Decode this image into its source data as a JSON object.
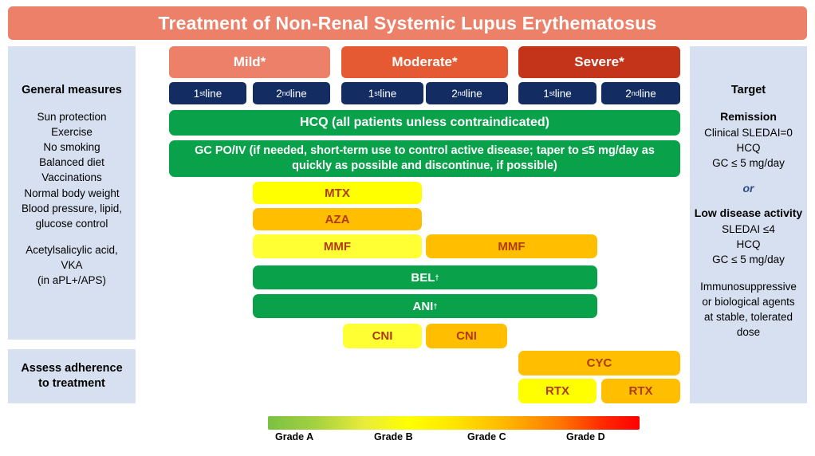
{
  "title": "Treatment of Non-Renal Systemic Lupus Erythematosus",
  "left_panel": {
    "heading": "General measures",
    "measures": [
      "Sun protection",
      "Exercise",
      "No smoking",
      "Balanced diet",
      "Vaccinations",
      "Normal body weight",
      "Blood pressure, lipid,",
      "glucose control"
    ],
    "antithrombotic": [
      "Acetylsalicylic acid,",
      "VKA",
      "(in aPL+/APS)"
    ]
  },
  "adherence_panel": {
    "heading": "Assess adherence to treatment"
  },
  "right_panel": {
    "heading": "Target",
    "remission_heading": "Remission",
    "remission_lines": [
      "Clinical SLEDAI=0",
      "HCQ",
      "GC ≤ 5 mg/day"
    ],
    "or_label": "or",
    "lda_heading": "Low disease activity",
    "lda_lines": [
      "SLEDAI ≤4",
      "HCQ",
      "GC ≤ 5 mg/day"
    ],
    "footer_lines": [
      "Immunosuppressive",
      "or biological agents",
      "at stable, tolerated",
      "dose"
    ]
  },
  "severity_headers": [
    {
      "label": "Mild*",
      "color": "#ec8068"
    },
    {
      "label": "Moderate*",
      "color": "#e55a32"
    },
    {
      "label": "Severe*",
      "color": "#c4341a"
    }
  ],
  "line_chips": [
    {
      "ordinal": "1",
      "suffix": "st",
      "text": " line"
    },
    {
      "ordinal": "2",
      "suffix": "nd",
      "text": " line"
    },
    {
      "ordinal": "1",
      "suffix": "st",
      "text": " line"
    },
    {
      "ordinal": "2",
      "suffix": "nd",
      "text": " line"
    },
    {
      "ordinal": "1",
      "suffix": "st",
      "text": " line"
    },
    {
      "ordinal": "2",
      "suffix": "nd",
      "text": " line"
    }
  ],
  "bars": {
    "hcq": "HCQ (all patients unless contraindicated)",
    "gc": "GC PO/IV (if needed, short-term use to control active disease; taper to ≤5 mg/day as quickly as possible and discontinue, if possible)",
    "mtx": "MTX",
    "aza": "AZA",
    "mmf_mild": "MMF",
    "mmf_moderate": "MMF",
    "bel": "BEL",
    "bel_mark": "†",
    "ani": "ANI",
    "ani_mark": "†",
    "cni_mild": "CNI",
    "cni_moderate": "CNI",
    "cyc": "CYC",
    "rtx_first": "RTX",
    "rtx_second": "RTX"
  },
  "legend": {
    "grades": [
      "Grade A",
      "Grade B",
      "Grade C",
      "Grade D"
    ],
    "colors": {
      "grade_a": "#7ac143",
      "grade_b": "#ffff00",
      "grade_c": "#ffb600",
      "grade_d": "#ff0000"
    }
  },
  "palette": {
    "title_bar": "#ec8068",
    "panel_bg": "#d6e0f0",
    "line_chip": "#132d63",
    "green": "#0aa14b",
    "yellow": "#ffff00",
    "yellow_light": "#ffff33",
    "amber": "#ffbf00",
    "drug_text": "#b03a10"
  }
}
